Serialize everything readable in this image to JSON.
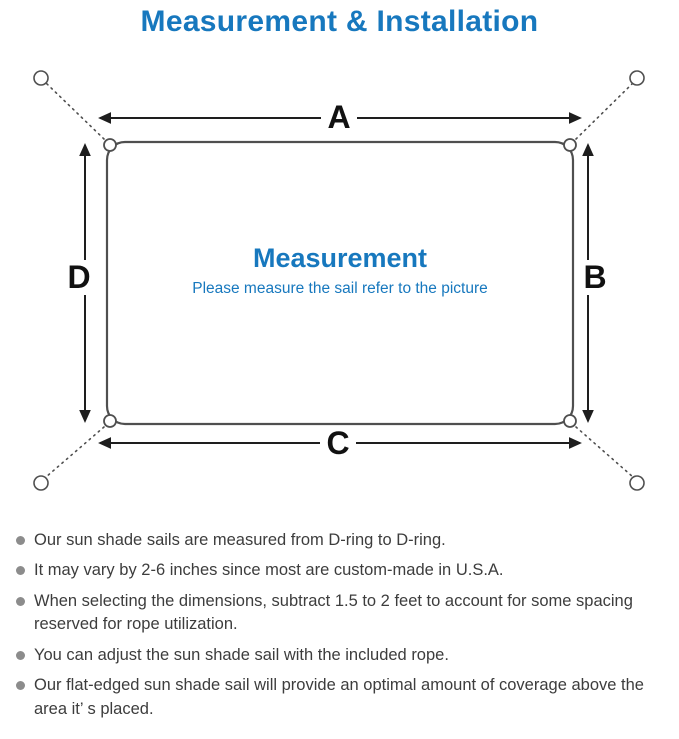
{
  "title": "Measurement & Installation",
  "diagram": {
    "labels": {
      "top": "A",
      "right": "B",
      "bottom": "C",
      "left": "D"
    },
    "center_title": "Measurement",
    "center_subtitle": "Please measure the sail refer to the picture"
  },
  "bullets": [
    "Our sun shade sails are measured from D-ring to D-ring.",
    "It may vary by 2-6 inches since most are custom-made in U.S.A.",
    "When selecting the dimensions, subtract 1.5 to 2 feet to account for some spacing reserved for rope utilization.",
    "You can adjust the sun shade sail with the included rope.",
    "Our flat-edged sun shade sail will provide an optimal amount of coverage above the area it’ s placed."
  ],
  "colors": {
    "accent_blue": "#1778be",
    "text_dark": "#3d3d3d",
    "bullet_gray": "#8c8c8c",
    "line_gray": "#4f4f4f",
    "arrow_dark": "#1e1e1e"
  }
}
